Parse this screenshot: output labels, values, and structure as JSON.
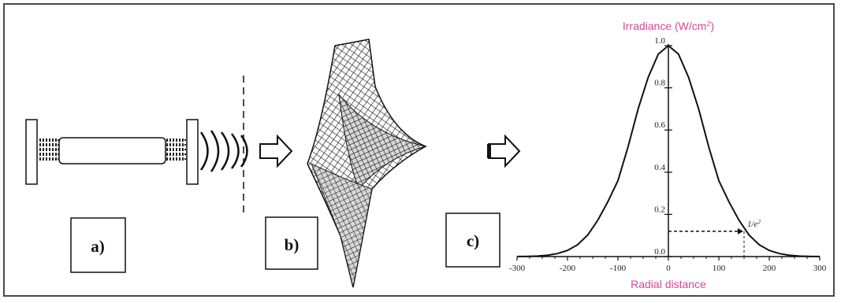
{
  "panels": {
    "a": {
      "label": "a)"
    },
    "b": {
      "label": "b)"
    },
    "c": {
      "label": "c)"
    }
  },
  "colors": {
    "axis_title": "#d6479a",
    "line": "#111111"
  },
  "chart_data": {
    "type": "line",
    "title": "",
    "xlabel": "Radial distance",
    "ylabel": "Irradiance (W/cm²)",
    "ylabel_base": "Irradiance (W/cm",
    "ylabel_sup": "2",
    "ylabel_tail": ")",
    "xlim": [
      -300,
      300
    ],
    "ylim": [
      0,
      1.0
    ],
    "x_ticks": [
      -300,
      -200,
      -100,
      0,
      100,
      200,
      300
    ],
    "x_tick_labels": [
      "-300",
      "-200",
      "-100",
      "0",
      "100",
      "200",
      "300"
    ],
    "y_ticks": [
      0,
      0.2,
      0.4,
      0.6,
      0.8,
      1.0
    ],
    "y_tick_labels": [
      "0.0",
      "0.2",
      "0.4",
      "0.6",
      "0.8",
      "1.0"
    ],
    "grid": false,
    "series": [
      {
        "x": [
          -300,
          -280,
          -260,
          -240,
          -220,
          -200,
          -180,
          -160,
          -140,
          -120,
          -100,
          -80,
          -60,
          -40,
          -20,
          0,
          20,
          40,
          60,
          80,
          100,
          120,
          140,
          160,
          180,
          200,
          220,
          240,
          260,
          280,
          300
        ],
        "y": [
          0.0003,
          0.0009,
          0.0024,
          0.006,
          0.014,
          0.029,
          0.056,
          0.102,
          0.172,
          0.26,
          0.36,
          0.52,
          0.7,
          0.85,
          0.96,
          1.0,
          0.96,
          0.85,
          0.7,
          0.52,
          0.36,
          0.26,
          0.172,
          0.102,
          0.056,
          0.029,
          0.014,
          0.006,
          0.0024,
          0.0009,
          0.0003
        ]
      }
    ],
    "annotation": {
      "label_base": "1/e",
      "label_sup": "2",
      "x": 150,
      "y": 0.12
    }
  }
}
